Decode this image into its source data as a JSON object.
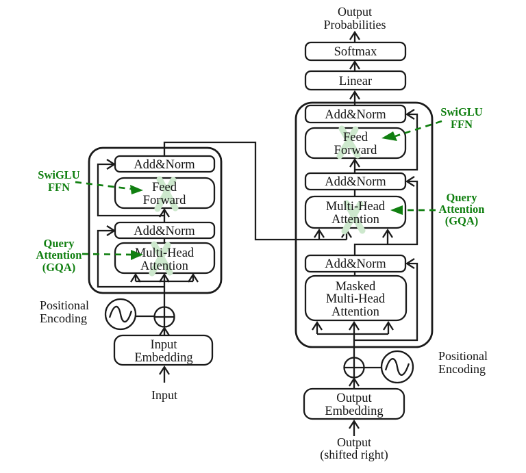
{
  "colors": {
    "ink": "#1a1a1a",
    "green": "#107f10",
    "watermark": "#cde8cd",
    "box_fill": "#ffffff",
    "background": "#ffffff"
  },
  "top": {
    "output_probabilities": [
      "Output",
      "Probabilities"
    ],
    "softmax": "Softmax",
    "linear": "Linear"
  },
  "encoder": {
    "add_norm_top": "Add&Norm",
    "feed_forward": [
      "Feed",
      "Forward"
    ],
    "add_norm_bottom": "Add&Norm",
    "attention": [
      "Multi-Head",
      "Attention"
    ]
  },
  "decoder": {
    "add_norm_top": "Add&Norm",
    "feed_forward": [
      "Feed",
      "Forward"
    ],
    "add_norm_mid": "Add&Norm",
    "attention": [
      "Multi-Head",
      "Attention"
    ],
    "add_norm_bottom": "Add&Norm",
    "masked_attention": [
      "Masked",
      "Multi-Head",
      "Attention"
    ]
  },
  "annotations": {
    "swiglu_left": [
      "SwiGLU",
      "FFN"
    ],
    "gqa_left": [
      "Query",
      "Attention",
      "(GQA)"
    ],
    "swiglu_right": [
      "SwiGLU",
      "FFN"
    ],
    "gqa_right": [
      "Query",
      "Attention",
      "(GQA)"
    ]
  },
  "io": {
    "positional_encoding_left": [
      "Positional",
      "Encoding"
    ],
    "input_embedding": [
      "Input",
      "Embedding"
    ],
    "input_label": "Input",
    "positional_encoding_right": [
      "Positional",
      "Encoding"
    ],
    "output_embedding": [
      "Output",
      "Embedding"
    ],
    "output_label": [
      "Output",
      "(shifted right)"
    ]
  }
}
